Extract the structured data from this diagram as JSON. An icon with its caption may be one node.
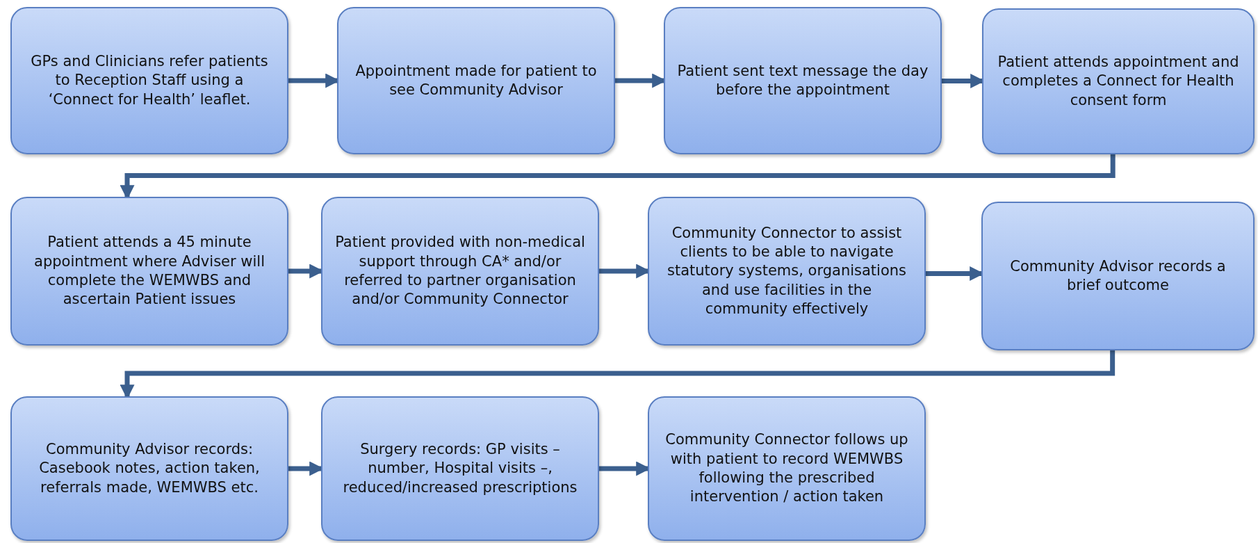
{
  "diagram": {
    "nodes": [
      {
        "text": [
          "GPs and Clinicians refer patients to Reception Staff using a ‘Connect for Health’ leaflet."
        ]
      },
      {
        "text": [
          "Appointment made for patient to see Community Advisor"
        ]
      },
      {
        "text": [
          "Patient sent text message the day before the appointment"
        ]
      },
      {
        "text": [
          "Patient attends appointment and completes a  Connect for Health consent form"
        ]
      },
      {
        "text": [
          "Patient attends a 45 minute appointment where Adviser will complete the WEMWBS and ascertain Patient issues"
        ]
      },
      {
        "text": [
          "Patient provided with non-medical support through CA* and/or referred to partner organisation and/or Community Connector"
        ]
      },
      {
        "text": [
          "Community Connector to assist clients to be able to navigate statutory systems, organisations and use facilities in the community effectively"
        ]
      },
      {
        "text": [
          "Community Advisor records a brief outcome"
        ]
      },
      {
        "text": [
          "Community Advisor records: Casebook notes, action taken, referrals made, WEMWBS etc."
        ]
      },
      {
        "text": [
          "Surgery records:  GP visits – number, Hospital visits –, reduced/increased prescriptions"
        ]
      },
      {
        "text": [
          "Community Connector follows up with patient to record WEMWBS following the prescribed intervention / action taken"
        ]
      }
    ],
    "edges": [
      {
        "from": 0,
        "to": 1,
        "arrow": "to"
      },
      {
        "from": 1,
        "to": 2,
        "arrow": "to"
      },
      {
        "from": 2,
        "to": 3,
        "arrow": "to"
      },
      {
        "from": 3,
        "to": 4,
        "arrow": "to"
      },
      {
        "from": 4,
        "to": 5,
        "arrow": "to"
      },
      {
        "from": 5,
        "to": 6,
        "arrow": "to"
      },
      {
        "from": 6,
        "to": 7,
        "arrow": "to"
      },
      {
        "from": 7,
        "to": 8,
        "arrow": "to"
      },
      {
        "from": 8,
        "to": 9,
        "arrow": "to"
      },
      {
        "from": 9,
        "to": 10,
        "arrow": "to"
      }
    ]
  }
}
